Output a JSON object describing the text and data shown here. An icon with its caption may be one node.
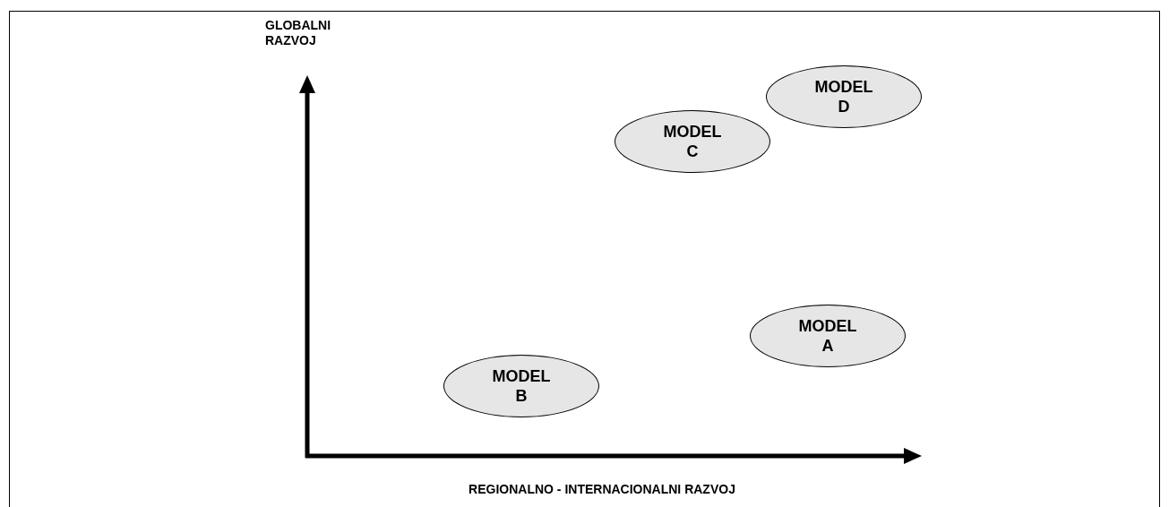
{
  "diagram": {
    "nodes": [
      {
        "text": [
          "MODEL D"
        ]
      },
      {
        "text": [
          "MODEL C"
        ]
      },
      {
        "text": [
          "MODEL A"
        ]
      },
      {
        "text": [
          "MODEL B"
        ]
      }
    ],
    "labels": [
      "GLOBALNI RAZVOJ",
      "REGIONALNO - INTERNACIONALNI RAZVOJ"
    ]
  }
}
